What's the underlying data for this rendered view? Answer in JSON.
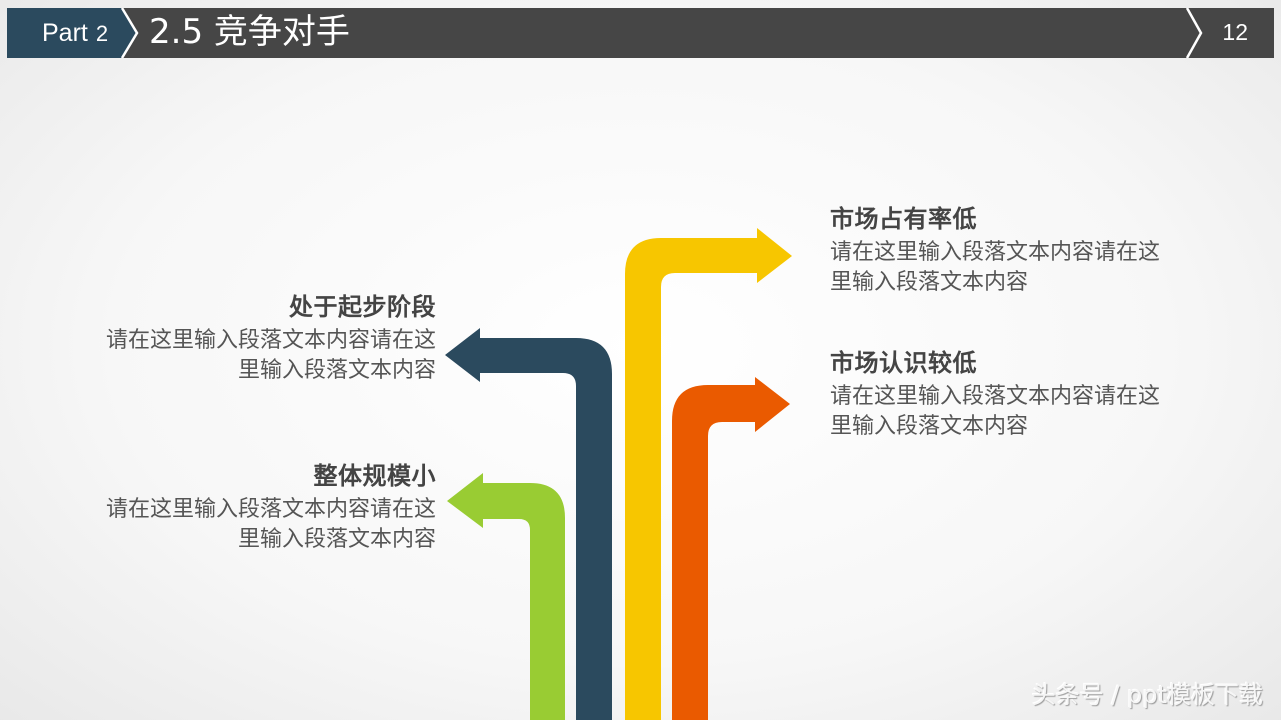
{
  "header": {
    "part_label": "Part",
    "part_number": "2",
    "title": "2.5 竞争对手",
    "page_number": "12",
    "colors": {
      "bar": "#464646",
      "part": "#2b4a5e",
      "text": "#ffffff"
    }
  },
  "items": [
    {
      "id": "market-share",
      "side": "right",
      "heading": "市场占有率低",
      "body": "请在这里输入段落文本内容请在这里输入段落文本内容",
      "color": "#f7c600"
    },
    {
      "id": "market-awareness",
      "side": "right",
      "heading": "市场认识较低",
      "body": "请在这里输入段落文本内容请在这里输入段落文本内容",
      "color": "#ea5a00"
    },
    {
      "id": "early-stage",
      "side": "left",
      "heading": "处于起步阶段",
      "body": "请在这里输入段落文本内容请在这里输入段落文本内容",
      "color": "#2b4a5e"
    },
    {
      "id": "small-scale",
      "side": "left",
      "heading": "整体规模小",
      "body": "请在这里输入段落文本内容请在这里输入段落文本内容",
      "color": "#99cc33"
    }
  ],
  "watermark": "头条号 / ppt模板下载"
}
